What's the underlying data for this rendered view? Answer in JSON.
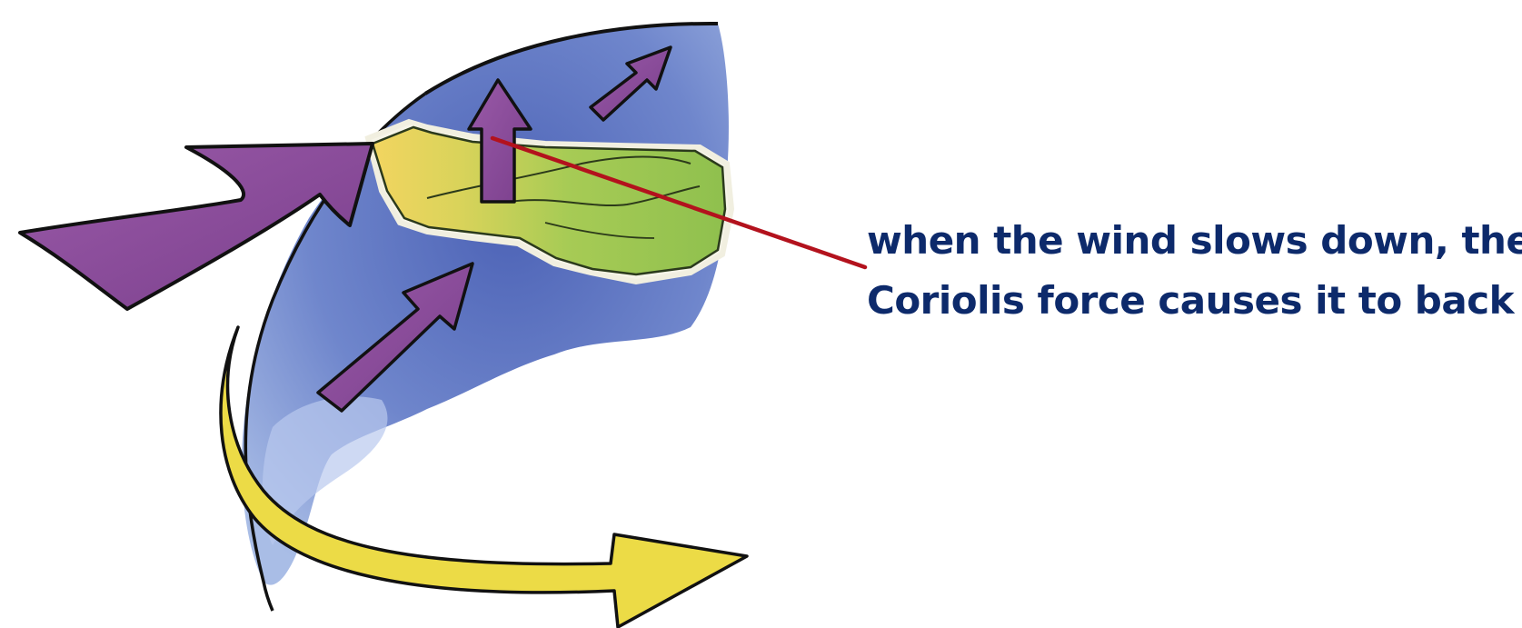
{
  "caption": {
    "line1": "when the wind slows down, the",
    "line2": "Coriolis force causes it to back"
  },
  "colors": {
    "caption_text": "#0d2a6b",
    "pointer_line": "#b3121d",
    "wind_arrow": "#8a4d99",
    "ocean": "#5b73c0",
    "land": "#a9cc55",
    "coast": "#efd36a",
    "current_arrow": "#eedd4a"
  },
  "icons": {
    "globe": "globe-illustration",
    "wind_arrows": "purple-wind-arrow",
    "current_arrow": "yellow-curved-arrow",
    "pointer": "red-pointer-line"
  }
}
